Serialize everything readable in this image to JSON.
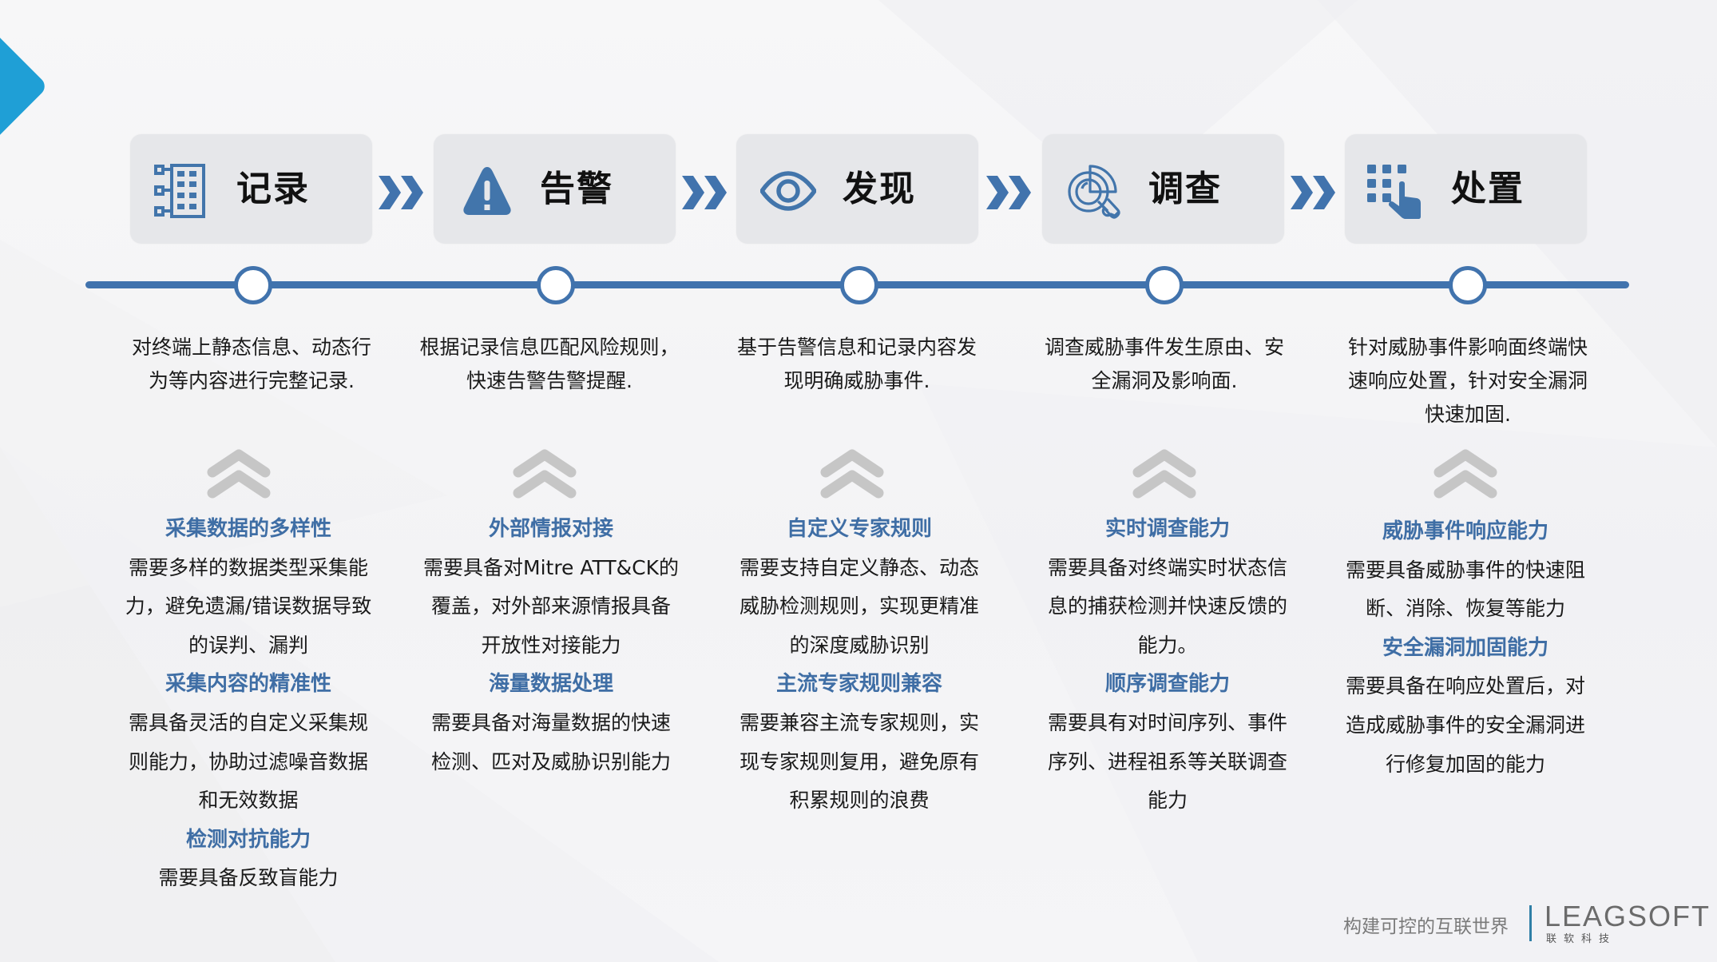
{
  "colors": {
    "accent_blue": "#4173ad",
    "title_blue": "#3f6ea5",
    "corner_blue": "#1f9fd6",
    "chevron_gray": "#c6c6c6",
    "card_bg": "#e6e7ea"
  },
  "steps": [
    {
      "label": "记录",
      "icon": "record-list-icon"
    },
    {
      "label": "告警",
      "icon": "warning-icon"
    },
    {
      "label": "发现",
      "icon": "eye-icon"
    },
    {
      "label": "调查",
      "icon": "investigate-search-icon"
    },
    {
      "label": "处置",
      "icon": "keypad-hand-icon"
    }
  ],
  "descriptions": [
    [
      "对终端上静态信息、动态行",
      "为等内容进行完整记录."
    ],
    [
      "根据记录信息匹配风险规则，",
      "快速告警告警提醒."
    ],
    [
      "基于告警信息和记录内容发",
      "现明确威胁事件."
    ],
    [
      "调查威胁事件发生原由、安",
      "全漏洞及影响面."
    ],
    [
      "针对威胁事件影响面终端快",
      "速响应处置，针对安全漏洞",
      "快速加固."
    ]
  ],
  "details": [
    {
      "lines": [
        {
          "type": "title",
          "text": "采集数据的多样性"
        },
        {
          "type": "body",
          "text": "需要多样的数据类型采集能"
        },
        {
          "type": "body",
          "text": "力，避免遗漏/错误数据导致"
        },
        {
          "type": "body",
          "text": "的误判、漏判"
        },
        {
          "type": "title",
          "text": "采集内容的精准性"
        },
        {
          "type": "body",
          "text": "需具备灵活的自定义采集规"
        },
        {
          "type": "body",
          "text": "则能力，协助过滤噪音数据"
        },
        {
          "type": "body",
          "text": "和无效数据"
        },
        {
          "type": "title",
          "text": "检测对抗能力"
        },
        {
          "type": "body",
          "text": "需要具备反致盲能力"
        }
      ]
    },
    {
      "lines": [
        {
          "type": "title",
          "text": "外部情报对接"
        },
        {
          "type": "body",
          "text": "需要具备对Mitre ATT&CK的"
        },
        {
          "type": "body",
          "text": "覆盖，对外部来源情报具备"
        },
        {
          "type": "body",
          "text": "开放性对接能力"
        },
        {
          "type": "title",
          "text": "海量数据处理"
        },
        {
          "type": "body",
          "text": "需要具备对海量数据的快速"
        },
        {
          "type": "body",
          "text": "检测、匹对及威胁识别能力"
        }
      ]
    },
    {
      "lines": [
        {
          "type": "title",
          "text": "自定义专家规则"
        },
        {
          "type": "body",
          "text": "需要支持自定义静态、动态"
        },
        {
          "type": "body",
          "text": "威胁检测规则，实现更精准"
        },
        {
          "type": "body",
          "text": "的深度威胁识别"
        },
        {
          "type": "title",
          "text": "主流专家规则兼容"
        },
        {
          "type": "body",
          "text": "需要兼容主流专家规则，实"
        },
        {
          "type": "body",
          "text": "现专家规则复用，避免原有"
        },
        {
          "type": "body",
          "text": "积累规则的浪费"
        }
      ]
    },
    {
      "lines": [
        {
          "type": "title",
          "text": "实时调查能力"
        },
        {
          "type": "body",
          "text": "需要具备对终端实时状态信"
        },
        {
          "type": "body",
          "text": "息的捕获检测并快速反馈的"
        },
        {
          "type": "body",
          "text": "能力。"
        },
        {
          "type": "title",
          "text": "顺序调查能力"
        },
        {
          "type": "body",
          "text": "需要具有对时间序列、事件"
        },
        {
          "type": "body",
          "text": "序列、进程祖系等关联调查"
        },
        {
          "type": "body",
          "text": "能力"
        }
      ]
    },
    {
      "lines": [
        {
          "type": "title",
          "text": "威胁事件响应能力"
        },
        {
          "type": "body",
          "text": "需要具备威胁事件的快速阻"
        },
        {
          "type": "body",
          "text": "断、消除、恢复等能力"
        },
        {
          "type": "title",
          "text": "安全漏洞加固能力"
        },
        {
          "type": "body",
          "text": "需要具备在响应处置后，对"
        },
        {
          "type": "body",
          "text": "造成威胁事件的安全漏洞进"
        },
        {
          "type": "body",
          "text": "行修复加固的能力"
        }
      ]
    }
  ],
  "footer": {
    "slogan": "构建可控的互联世界",
    "brand": "LEAGSOFT",
    "brand_cn": "联软科技"
  }
}
